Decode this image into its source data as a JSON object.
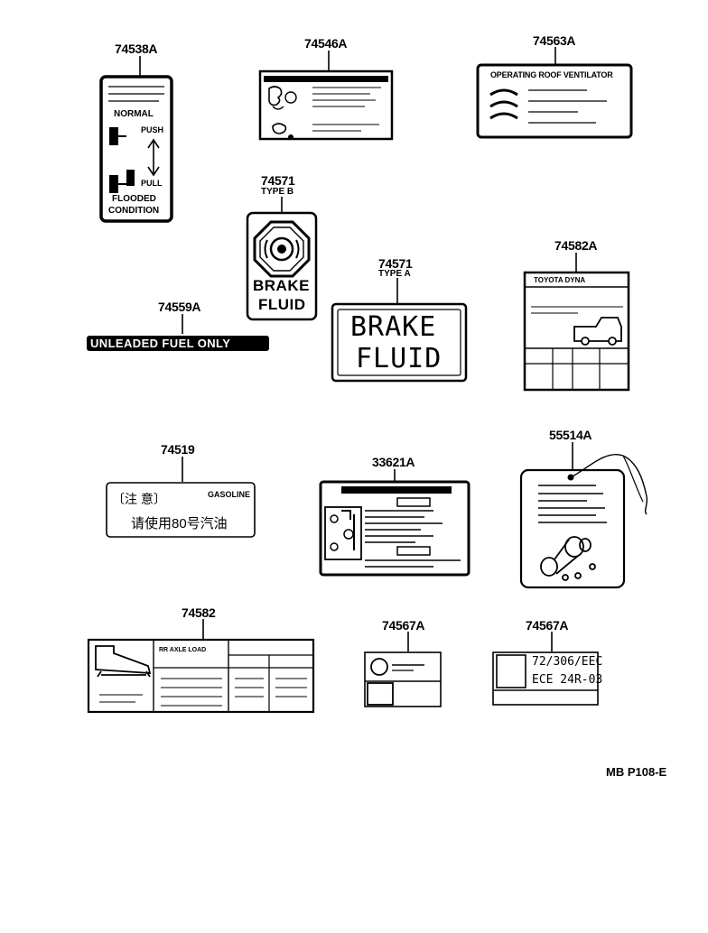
{
  "part_numbers": {
    "p74538A": "74538A",
    "p74546A": "74546A",
    "p74563A": "74563A",
    "p74571_b": "74571",
    "p74571_a": "74571",
    "p74582A": "74582A",
    "p74559A": "74559A",
    "p74519": "74519",
    "p33621A": "33621A",
    "p55514A": "55514A",
    "p74582": "74582",
    "p74567A_1": "74567A",
    "p74567A_2": "74567A"
  },
  "subtitles": {
    "type_b": "TYPE B",
    "type_a": "TYPE A"
  },
  "labels": {
    "normal": "NORMAL",
    "push": "PUSH",
    "pull": "PULL",
    "flooded": "FLOODED",
    "condition": "CONDITION",
    "operating_roof_ventilator": "OPERATING ROOF VENTILATOR",
    "brake_b_1": "BRAKE",
    "brake_b_2": "FLUID",
    "brake_a_1": "BRAKE",
    "brake_a_2": "FLUID",
    "unleaded": "UNLEADED FUEL ONLY",
    "toyota_dyna": "TOYOTA  DYNA",
    "cn_caution": "〔注  意〕",
    "gasoline": "GASOLINE",
    "cn_fuel": "请使用80号汽油",
    "axle_load": "RR AXLE LOAD",
    "eec": "72/306/EEC",
    "ece": "ECE  24R-03"
  },
  "reference_code": "MB P108-E",
  "colors": {
    "ink": "#000000",
    "paper": "#ffffff"
  }
}
